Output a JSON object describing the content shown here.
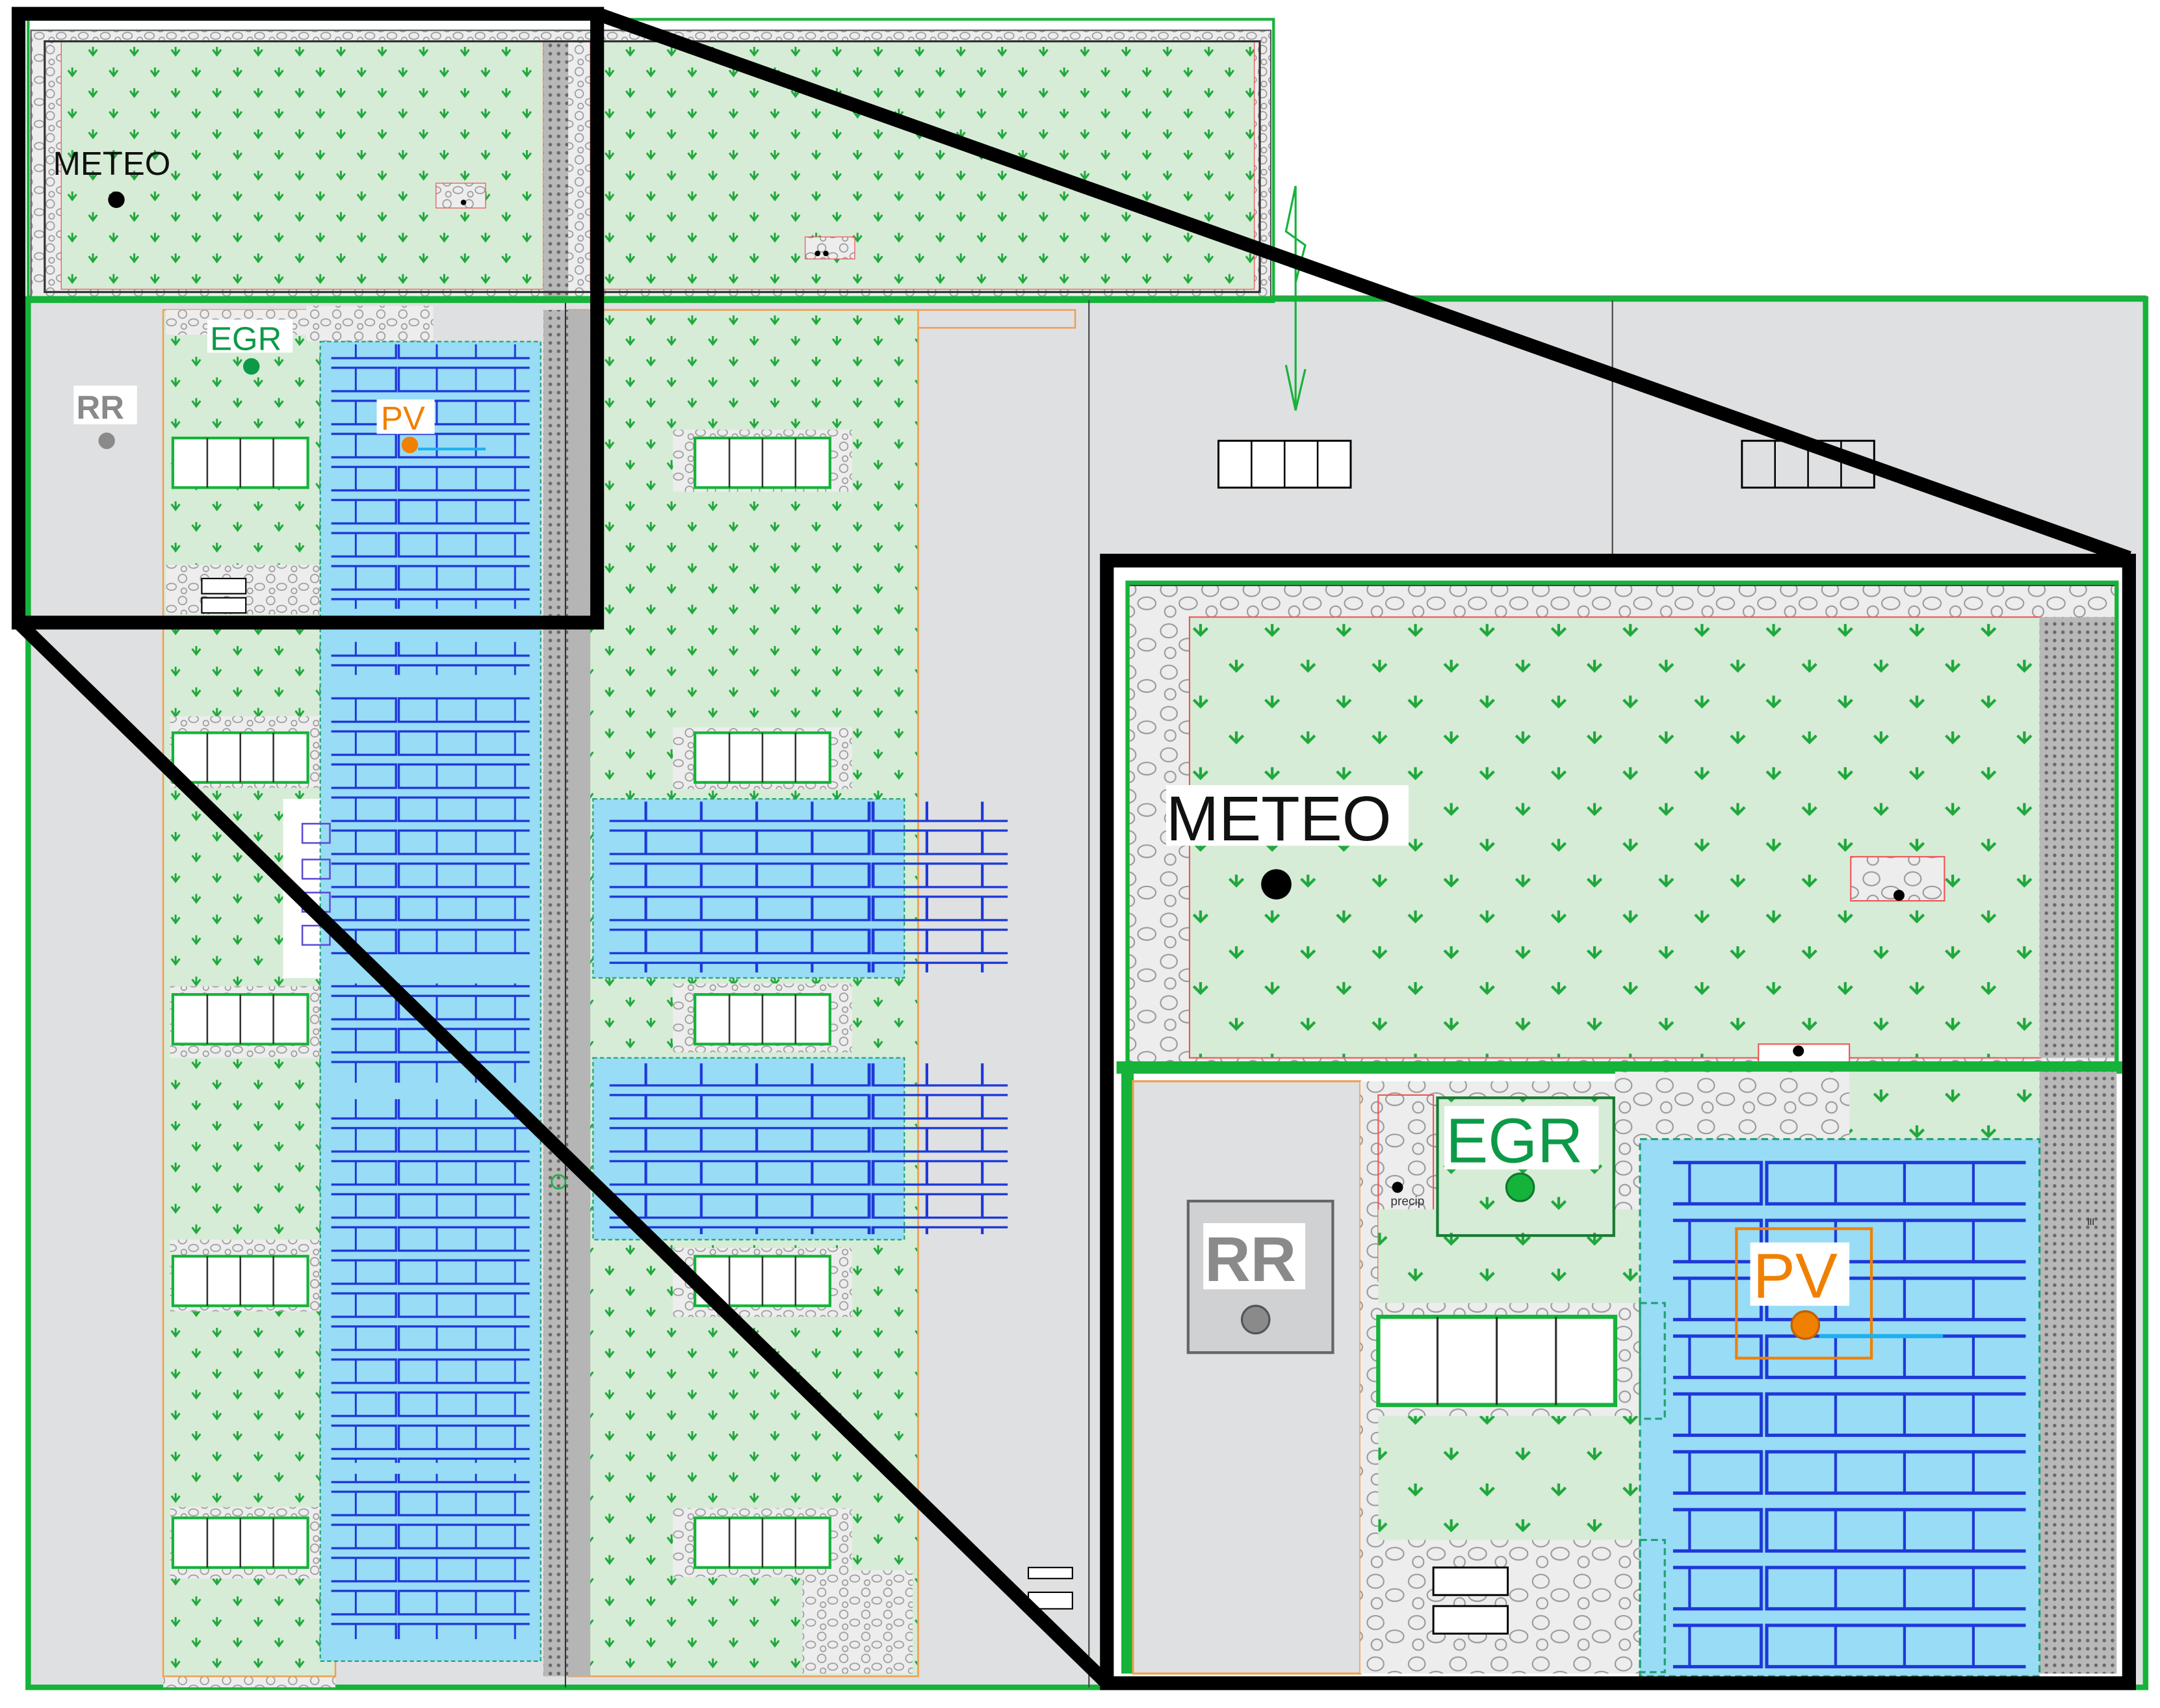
{
  "labels": {
    "meteo": "METEO",
    "egr": "EGR",
    "rr": "RR",
    "pv": "PV",
    "precip": "precip"
  },
  "colors": {
    "lawn": "#d6ecd6",
    "lawn_icon": "#1fa83c",
    "boundary_green": "#16b33a",
    "gravel_fill": "#ededed",
    "gravel_stroke": "#9a9a9a",
    "road": "#dfe0e2",
    "pv_bg": "#98dcf6",
    "pv_panel": "#1e38d8",
    "meteo_text": "#111111",
    "egr_text": "#0d9a48",
    "rr_text": "#8a8a8a",
    "pv_text": "#f08000",
    "orange_line": "#f0a050",
    "frame": "#000000"
  }
}
